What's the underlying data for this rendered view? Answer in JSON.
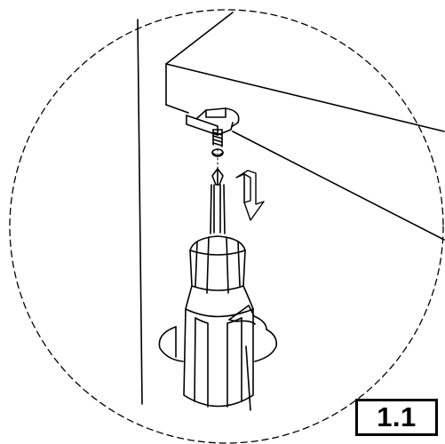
{
  "step": {
    "label": "1.1"
  },
  "illustration": {
    "subject": "screwdriver-installing-screw-into-bracket",
    "icons": [
      "magnifier-circle",
      "screw",
      "screwdriver",
      "down-arrow",
      "rotation-arrow"
    ]
  },
  "colors": {
    "line": "#000000",
    "background": "#ffffff"
  }
}
